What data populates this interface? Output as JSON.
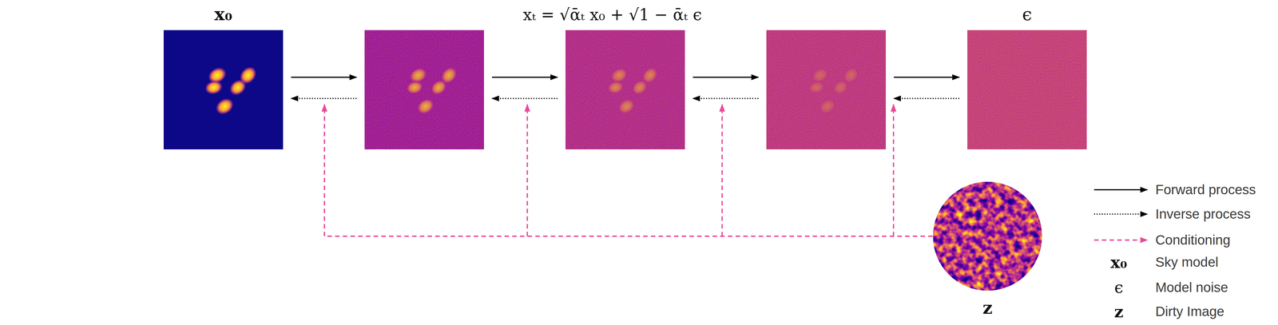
{
  "diagram": {
    "nodes": [
      {
        "text": [
          "x₀"
        ]
      },
      {
        "text": []
      },
      {
        "text": [
          "xₜ = √ᾱₜ x₀ + √1 − ᾱₜ ϵ"
        ]
      },
      {
        "text": []
      },
      {
        "text": [
          "ϵ"
        ]
      },
      {
        "text": [
          "z"
        ]
      }
    ],
    "edges": [
      {
        "from": 0,
        "to": 1,
        "arrow": "to"
      },
      {
        "from": 1,
        "to": 2,
        "arrow": "to"
      },
      {
        "from": 2,
        "to": 3,
        "arrow": "to"
      },
      {
        "from": 3,
        "to": 4,
        "arrow": "to"
      },
      {
        "from": 1,
        "to": 0,
        "arrow": "to"
      },
      {
        "from": 2,
        "to": 1,
        "arrow": "to"
      },
      {
        "from": 3,
        "to": 2,
        "arrow": "to"
      },
      {
        "from": 4,
        "to": 3,
        "arrow": "to"
      }
    ],
    "labels": [
      "x₀",
      "ϵ",
      "z"
    ],
    "legend": [
      {
        "text": "Forward process"
      },
      {
        "text": "Inverse process"
      },
      {
        "text": "Conditioning"
      },
      {
        "text": "Sky model"
      },
      {
        "text": "Model noise"
      },
      {
        "text": "Dirty Image"
      }
    ]
  }
}
